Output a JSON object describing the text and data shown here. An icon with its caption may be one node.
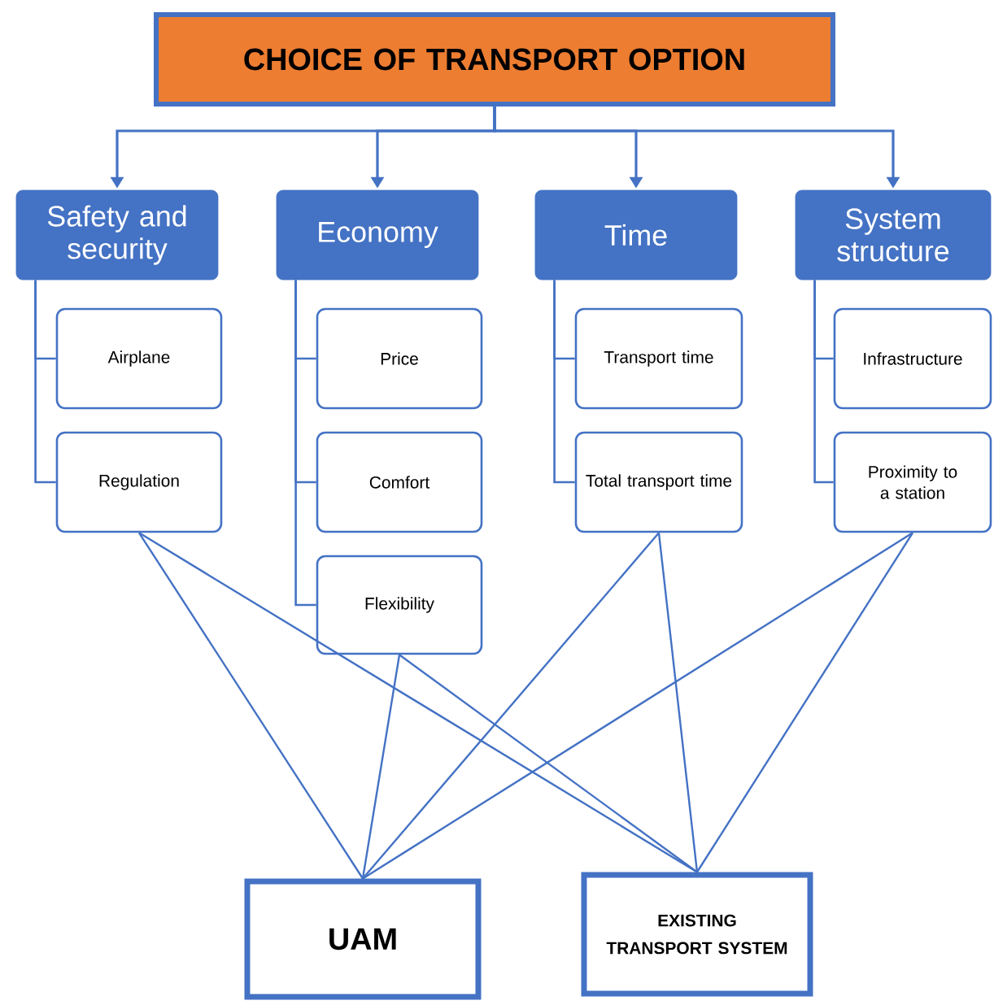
{
  "diagram": {
    "nodes": [
      {
        "text": [
          "CHOICE OF TRANSPORT OPTION"
        ]
      },
      {
        "text": [
          "Safety and security"
        ]
      },
      {
        "text": [
          "Economy"
        ]
      },
      {
        "text": [
          "Time"
        ]
      },
      {
        "text": [
          "System structure"
        ]
      },
      {
        "text": [
          "Airplane"
        ]
      },
      {
        "text": [
          "Regulation"
        ]
      },
      {
        "text": [
          "Price"
        ]
      },
      {
        "text": [
          "Comfort"
        ]
      },
      {
        "text": [
          "Flexibility"
        ]
      },
      {
        "text": [
          "Transport time"
        ]
      },
      {
        "text": [
          "Total transport time"
        ]
      },
      {
        "text": [
          "Infrastructure"
        ]
      },
      {
        "text": [
          "Proximity to a station"
        ]
      },
      {
        "text": [
          "UAM"
        ]
      },
      {
        "text": [
          "EXISTING TRANSPORT SYSTEM"
        ]
      }
    ],
    "edges": [
      {
        "from": 0,
        "to": 1,
        "arrow": "to"
      },
      {
        "from": 0,
        "to": 2,
        "arrow": "to"
      },
      {
        "from": 0,
        "to": 3,
        "arrow": "to"
      },
      {
        "from": 0,
        "to": 4,
        "arrow": "to"
      },
      {
        "from": 1,
        "to": 5,
        "arrow": "none"
      },
      {
        "from": 1,
        "to": 6,
        "arrow": "none"
      },
      {
        "from": 2,
        "to": 7,
        "arrow": "none"
      },
      {
        "from": 2,
        "to": 8,
        "arrow": "none"
      },
      {
        "from": 2,
        "to": 9,
        "arrow": "none"
      },
      {
        "from": 3,
        "to": 10,
        "arrow": "none"
      },
      {
        "from": 3,
        "to": 11,
        "arrow": "none"
      },
      {
        "from": 4,
        "to": 12,
        "arrow": "none"
      },
      {
        "from": 4,
        "to": 13,
        "arrow": "none"
      },
      {
        "from": 6,
        "to": 14,
        "arrow": "none"
      },
      {
        "from": 6,
        "to": 15,
        "arrow": "none"
      },
      {
        "from": 9,
        "to": 14,
        "arrow": "none"
      },
      {
        "from": 9,
        "to": 15,
        "arrow": "none"
      },
      {
        "from": 11,
        "to": 14,
        "arrow": "none"
      },
      {
        "from": 11,
        "to": 15,
        "arrow": "none"
      },
      {
        "from": 13,
        "to": 14,
        "arrow": "none"
      },
      {
        "from": 13,
        "to": 15,
        "arrow": "none"
      }
    ]
  }
}
